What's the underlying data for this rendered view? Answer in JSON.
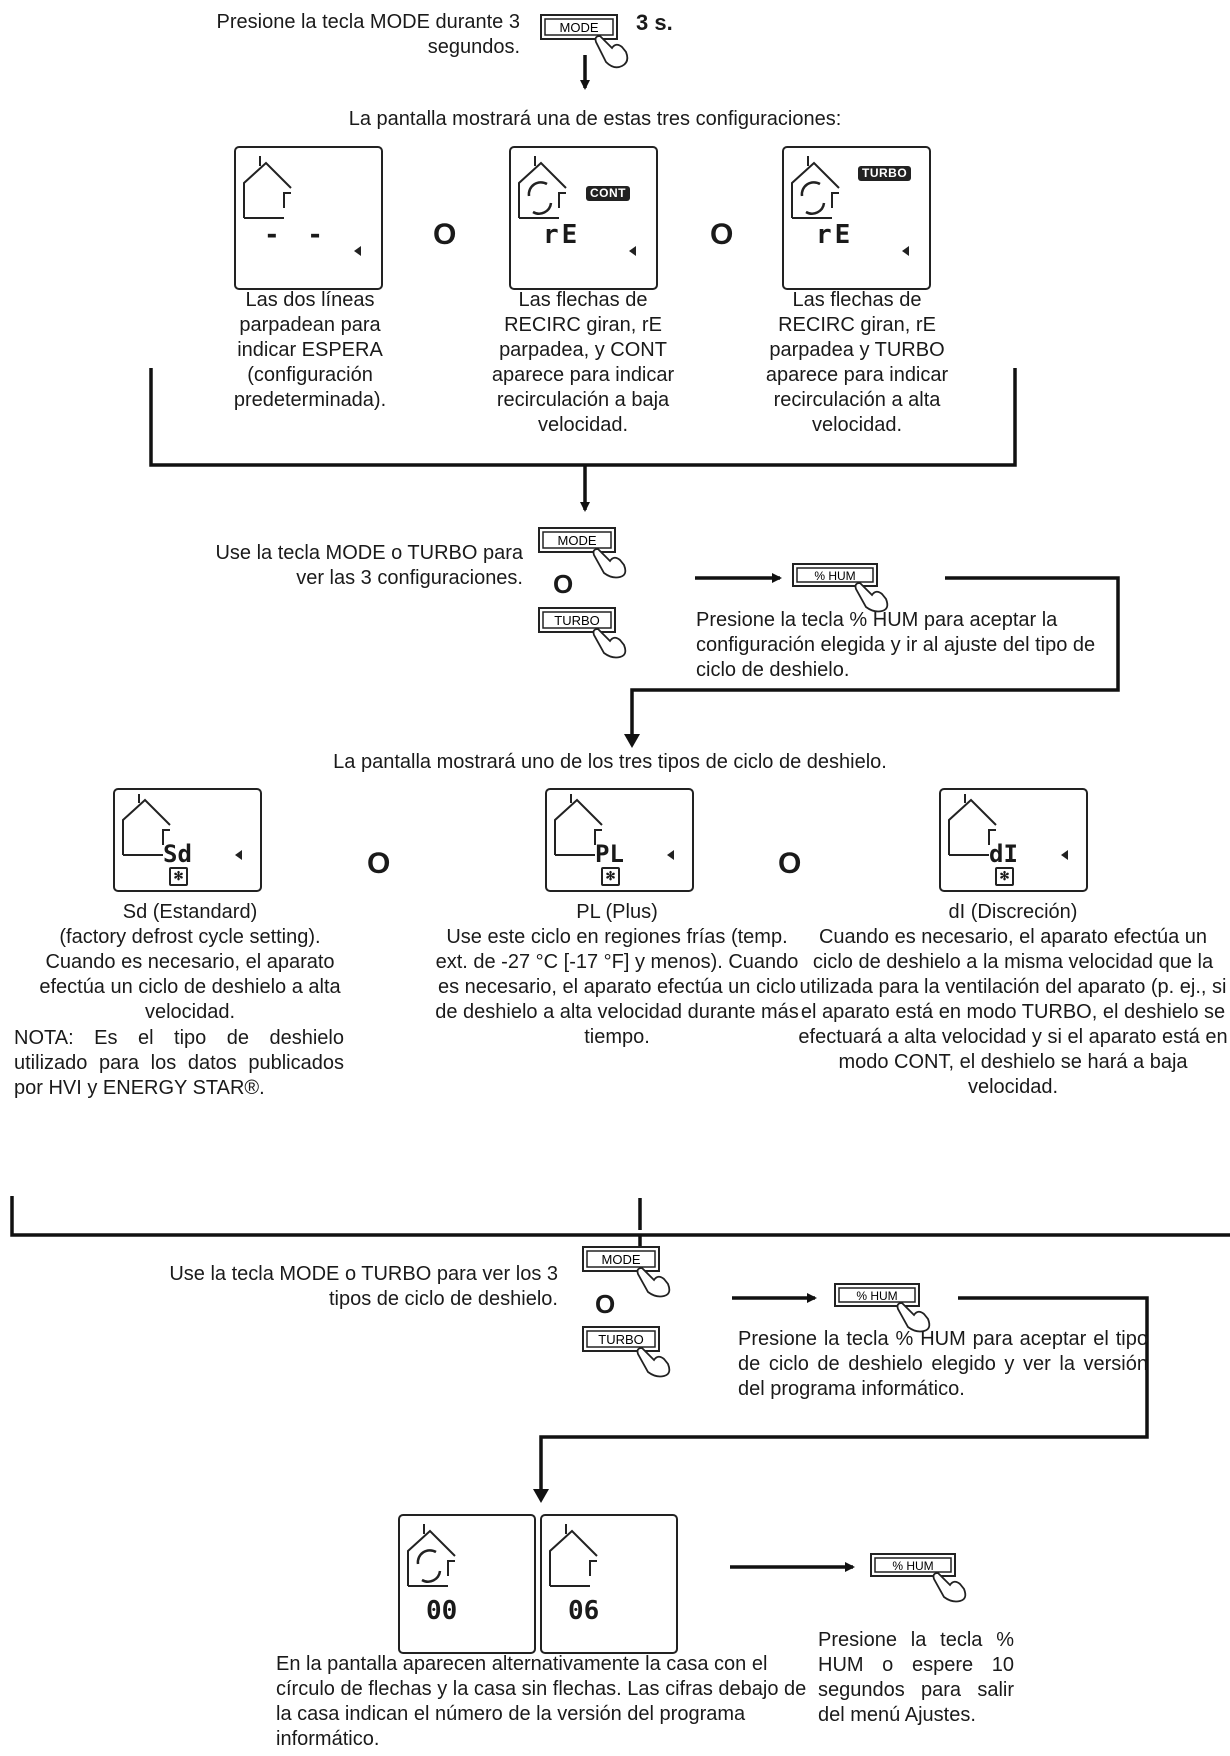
{
  "step1": {
    "instruction": "Presione la tecla MODE durante 3 segundos.",
    "key_label": "MODE",
    "duration": "3 s."
  },
  "section1": {
    "heading": "La pantalla mostrará una de estas tres configuraciones:",
    "or_label": "O",
    "displays": [
      {
        "badge": "",
        "digits": "- -",
        "caption": "Las dos líneas parpadean para indicar ESPERA (configuración predeterminada)."
      },
      {
        "badge": "CONT",
        "digits": "rE",
        "caption": "Las flechas de RECIRC giran, rE parpadea, y CONT aparece para indicar recirculación a baja velocidad."
      },
      {
        "badge": "TURBO",
        "digits": "rE",
        "caption": "Las flechas de RECIRC giran, rE parpadea y TURBO aparece para indicar recirculación a alta velocidad."
      }
    ]
  },
  "step2": {
    "instruction": "Use la tecla MODE o TURBO para ver las 3 configuraciones.",
    "key_mode": "MODE",
    "or_label": "O",
    "key_turbo": "TURBO",
    "key_hum": "% HUM",
    "accept_text": "Presione la tecla % HUM para aceptar la configuración elegida y ir al ajuste del tipo de ciclo de deshielo."
  },
  "section2": {
    "heading": "La pantalla mostrará uno de los tres tipos de ciclo de deshielo.",
    "or_label": "O",
    "types": [
      {
        "digits": "Sd",
        "title": "Sd (Estandard)",
        "body": "(factory defrost cycle setting). Cuando es necesario, el aparato efectúa un ciclo de deshielo a alta velocidad.",
        "note": "NOTA: Es el tipo de deshielo utilizado para los datos publicados por HVI y ENERGY STAR®."
      },
      {
        "digits": "PL",
        "title": "PL (Plus)",
        "body": "Use este ciclo en regiones frías (temp. ext. de -27 °C [-17 °F] y menos). Cuando es necesario, el aparato efectúa un ciclo de deshielo a alta velocidad durante más tiempo."
      },
      {
        "digits": "dI",
        "title": "dI (Discreción)",
        "body": "Cuando es necesario, el aparato efectúa un ciclo de deshielo a la misma velocidad que la utilizada para la ventilación del aparato (p. ej., si el aparato está en modo TURBO, el deshielo se efectuará a alta velocidad y si el aparato está en modo CONT, el deshielo se hará a baja velocidad."
      }
    ]
  },
  "step3": {
    "instruction": "Use la tecla MODE o TURBO para ver los 3 tipos de ciclo de deshielo.",
    "key_mode": "MODE",
    "or_label": "O",
    "key_turbo": "TURBO",
    "key_hum": "% HUM",
    "accept_text": "Presione la tecla % HUM para aceptar el tipo de ciclo de deshielo elegido y ver la versión del programa informático."
  },
  "section3": {
    "digits_left": "00",
    "digits_right": "06",
    "caption": "En la pantalla aparecen alternativamente la casa con el círculo de flechas y la casa sin flechas. Las cifras debajo de la casa indican el número de la versión del programa informático.",
    "key_hum": "% HUM",
    "exit_text": "Presione la tecla % HUM o espere 10 segundos para salir del menú Ajustes."
  },
  "icons": [
    "house-icon",
    "recirc-arrows-icon",
    "snowflake-icon",
    "pointing-hand-icon",
    "arrow-icon"
  ]
}
